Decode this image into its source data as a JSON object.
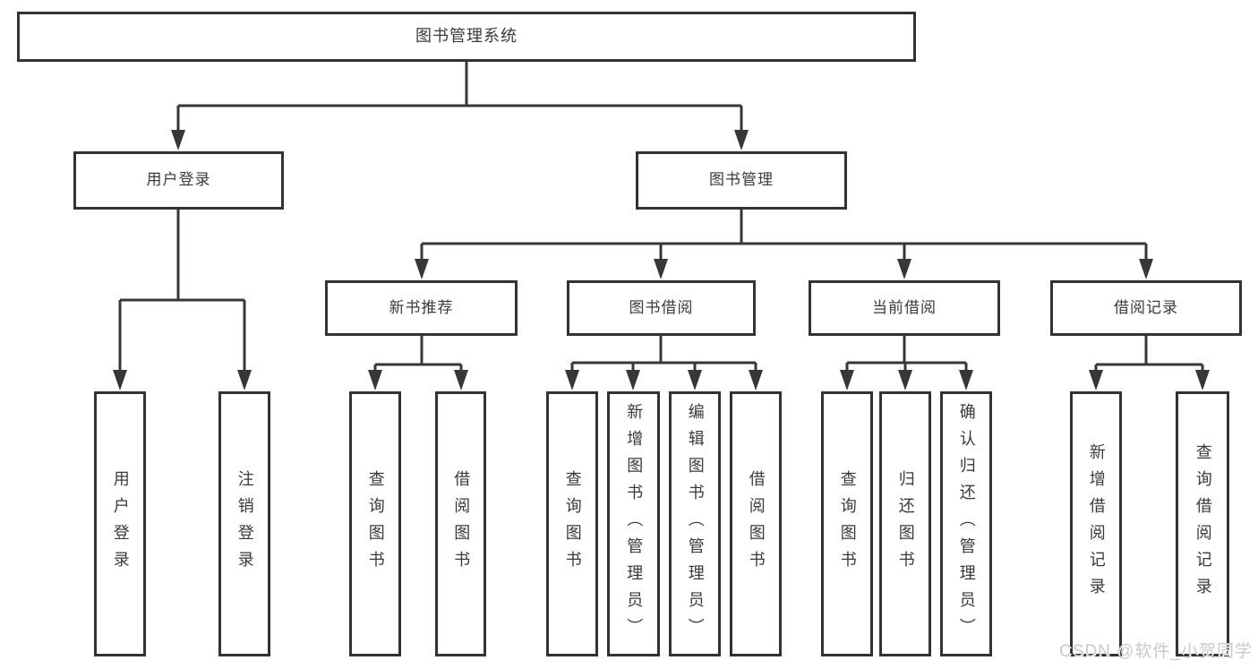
{
  "diagram": {
    "title_node": {
      "label": "图书管理系统"
    },
    "level2": [
      {
        "label": "用户登录"
      },
      {
        "label": "图书管理"
      }
    ],
    "level3": [
      {
        "label": "新书推荐"
      },
      {
        "label": "图书借阅"
      },
      {
        "label": "当前借阅"
      },
      {
        "label": "借阅记录"
      }
    ],
    "leaves": [
      {
        "label": "用户登录"
      },
      {
        "label": "注销登录"
      },
      {
        "label": "查询图书"
      },
      {
        "label": "借阅图书"
      },
      {
        "label": "查询图书"
      },
      {
        "label": "新增图书（管理员）"
      },
      {
        "label": "编辑图书（管理员）"
      },
      {
        "label": "借阅图书"
      },
      {
        "label": "查询图书"
      },
      {
        "label": "归还图书"
      },
      {
        "label": "确认归还（管理员）"
      },
      {
        "label": "新增借阅记录"
      },
      {
        "label": "查询借阅记录"
      }
    ],
    "watermark": "CSDN @软件_小贺同学",
    "colors": {
      "line": "#373737",
      "border": "#333333",
      "text": "#3a3a3a",
      "watermark": "#c9c9c9",
      "background": "#ffffff"
    }
  }
}
